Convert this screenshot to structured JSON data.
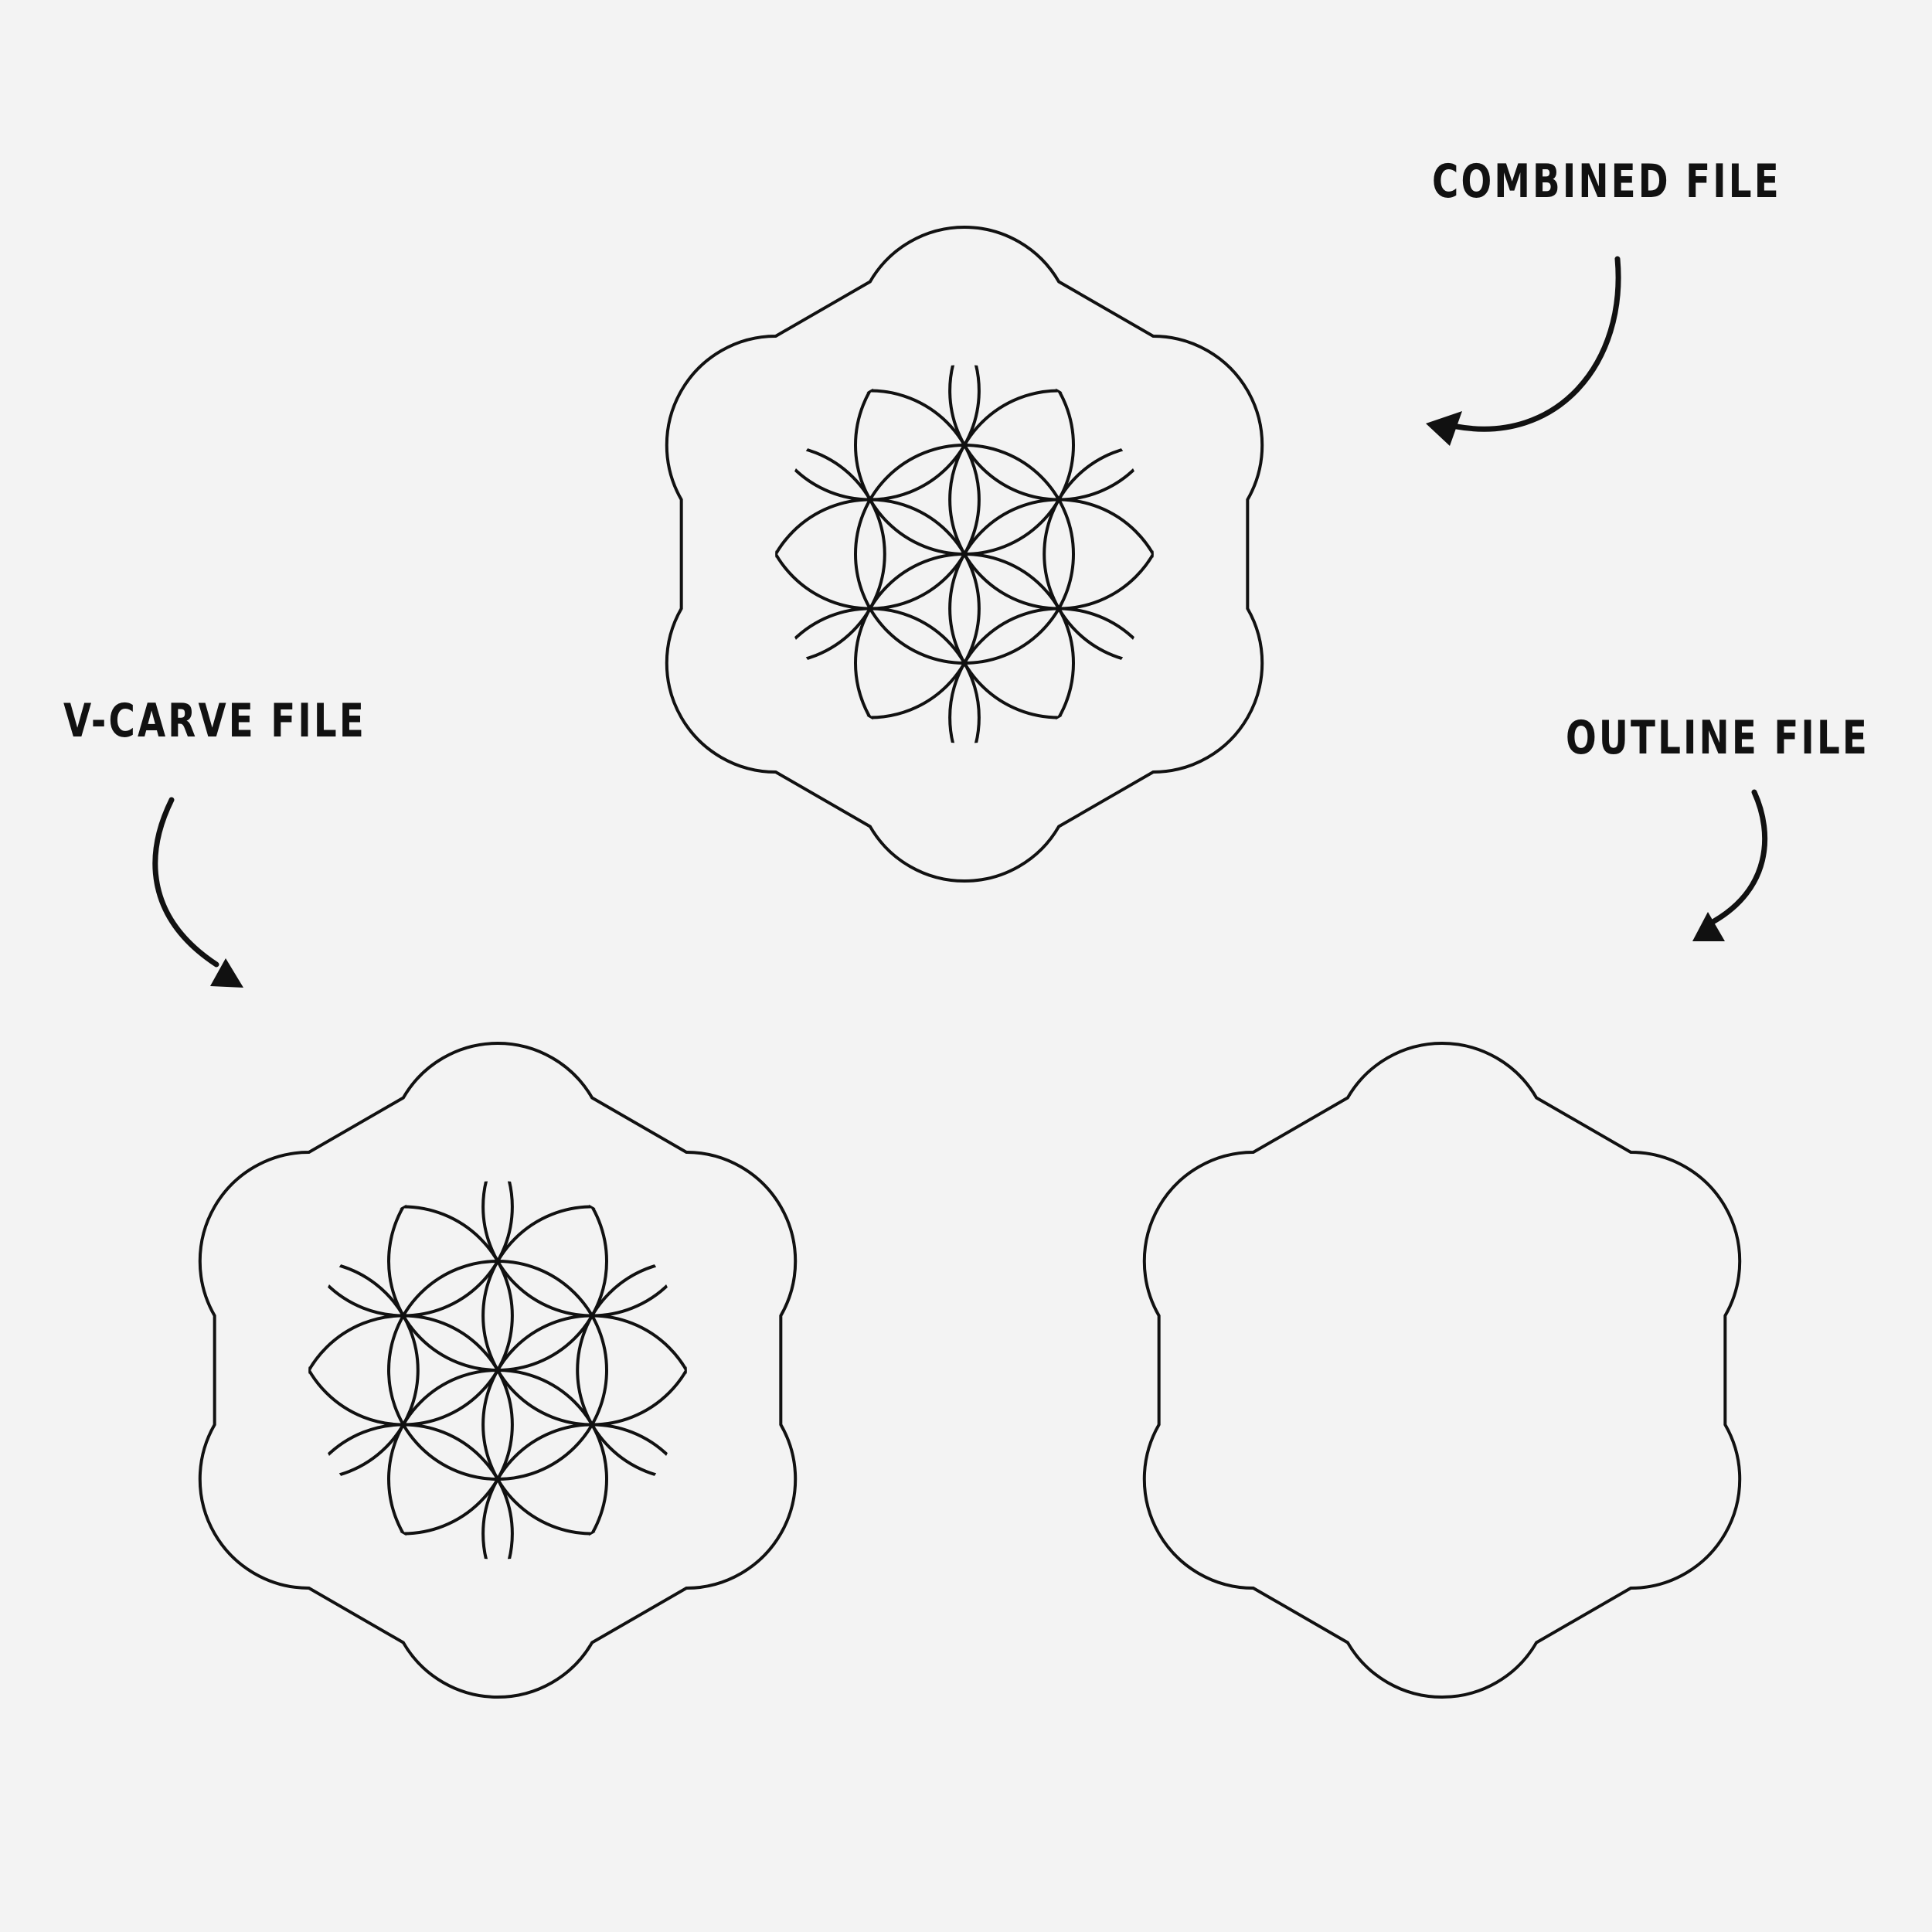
{
  "labels": {
    "combined": "COMBINED FILE",
    "vcarve": "V-CARVE FILE",
    "outline": "OUTLINE FILE"
  },
  "colors": {
    "background": "#f3f3f3",
    "stroke": "#111111"
  },
  "figures": [
    {
      "name": "combined-flower-of-life",
      "type": "flower-of-life-with-outline"
    },
    {
      "name": "vcarve-flower-of-life",
      "type": "flower-of-life"
    },
    {
      "name": "outline-shape",
      "type": "seven-circle-outline"
    }
  ]
}
